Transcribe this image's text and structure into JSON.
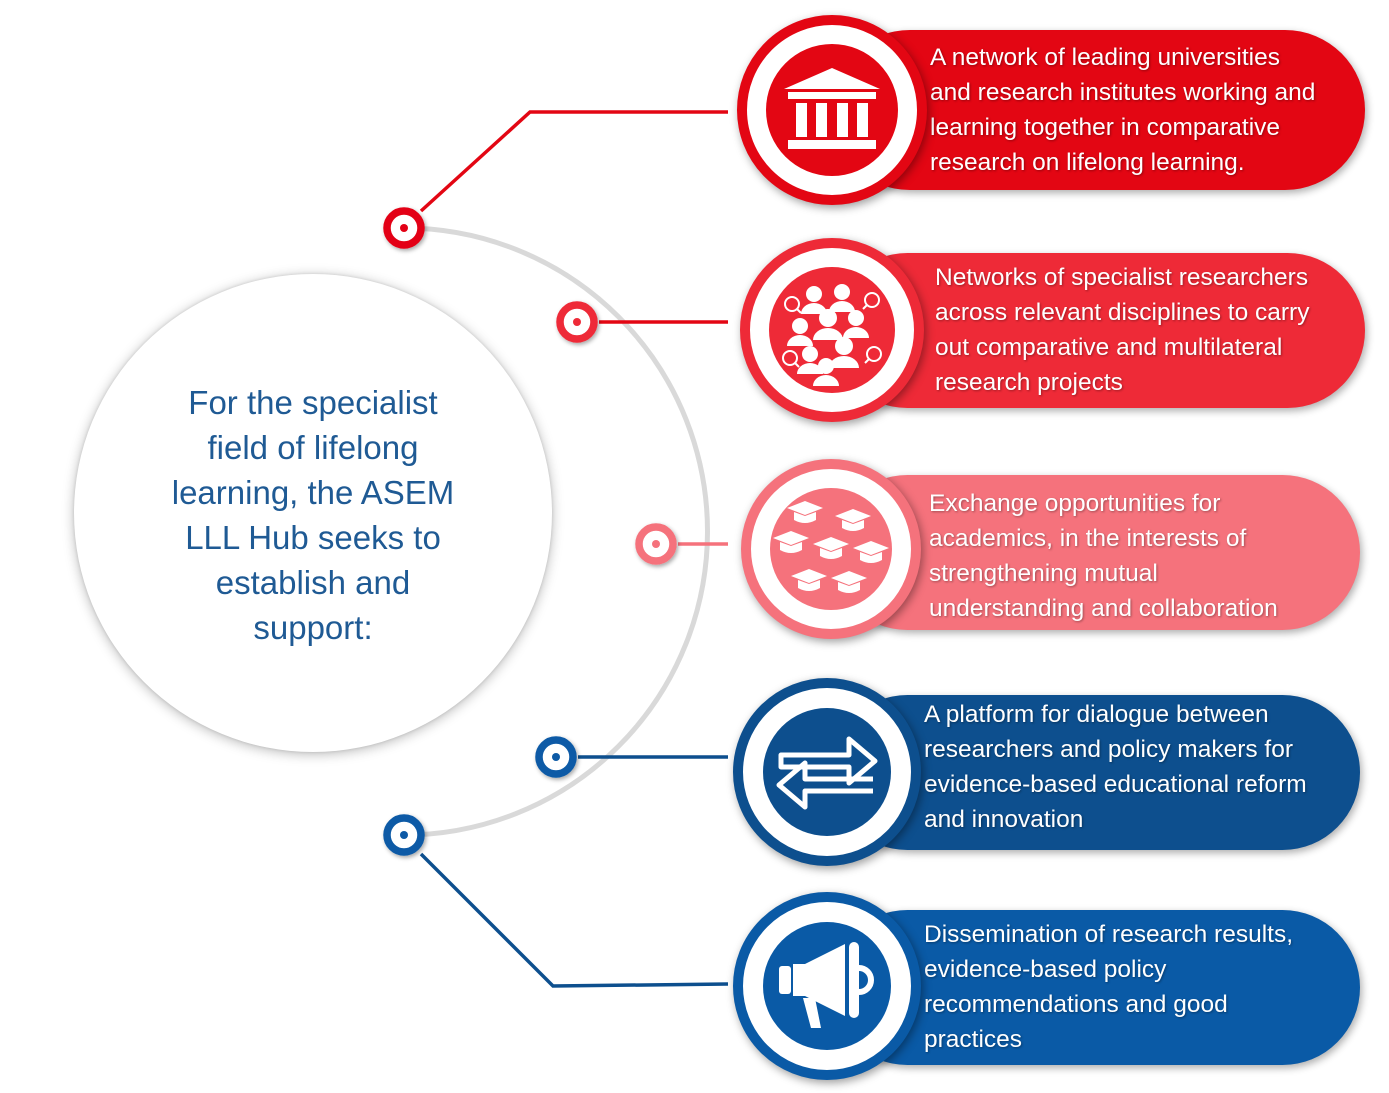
{
  "intro": {
    "lines": [
      "For the specialist",
      "field of lifelong",
      "learning, the ASEM",
      "LLL Hub seeks to",
      "establish and",
      "support:"
    ]
  },
  "items": [
    {
      "lines": [
        "A network of leading universities",
        "and research institutes working and",
        "learning together in comparative",
        "research on lifelong learning."
      ],
      "icon": "university-building-icon",
      "color": "#e30613"
    },
    {
      "lines": [
        "Networks of specialist researchers",
        "across relevant disciplines to carry",
        "out comparative and multilateral",
        "research projects"
      ],
      "icon": "researcher-network-icon",
      "color": "#ee2a37"
    },
    {
      "lines": [
        "Exchange opportunities for",
        "academics, in the interests of",
        "strengthening mutual",
        "understanding and collaboration"
      ],
      "icon": "graduation-caps-icon",
      "color": "#f5727c"
    },
    {
      "lines": [
        "A platform for dialogue between",
        "researchers and policy makers for",
        "evidence-based educational reform",
        "and innovation"
      ],
      "icon": "exchange-arrows-icon",
      "color": "#0d4f8e"
    },
    {
      "lines": [
        "Dissemination of research results,",
        "evidence-based policy",
        "recommendations and good",
        "practices"
      ],
      "icon": "megaphone-icon",
      "color": "#0a5aa6"
    }
  ]
}
